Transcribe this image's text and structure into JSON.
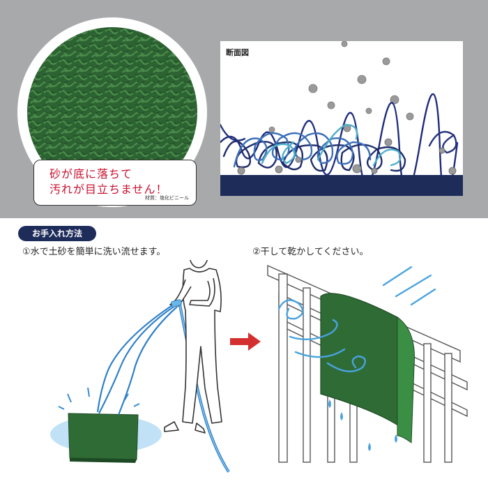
{
  "caption": {
    "line1": "砂が底に落ちて",
    "line2": "汚れが目立ちません！",
    "material": "材質：塩化ビニール"
  },
  "section": {
    "title": "断面図"
  },
  "care": {
    "title": "お手入れ方法",
    "step1": "①水で土砂を簡単に洗い流せます。",
    "step2": "②干して乾かしてください。"
  },
  "colors": {
    "background": "#a7a9ab",
    "mat_green": "#2f6b35",
    "navy": "#1e2c5a",
    "caption_red": "#c8102e",
    "water_blue": "#4aa3df",
    "arrow_red": "#d32f2f"
  },
  "icons": [
    "mat-texture-image",
    "cross-section-diagram",
    "person-hosing-icon",
    "arrow-right-icon",
    "railing-drying-icon"
  ]
}
